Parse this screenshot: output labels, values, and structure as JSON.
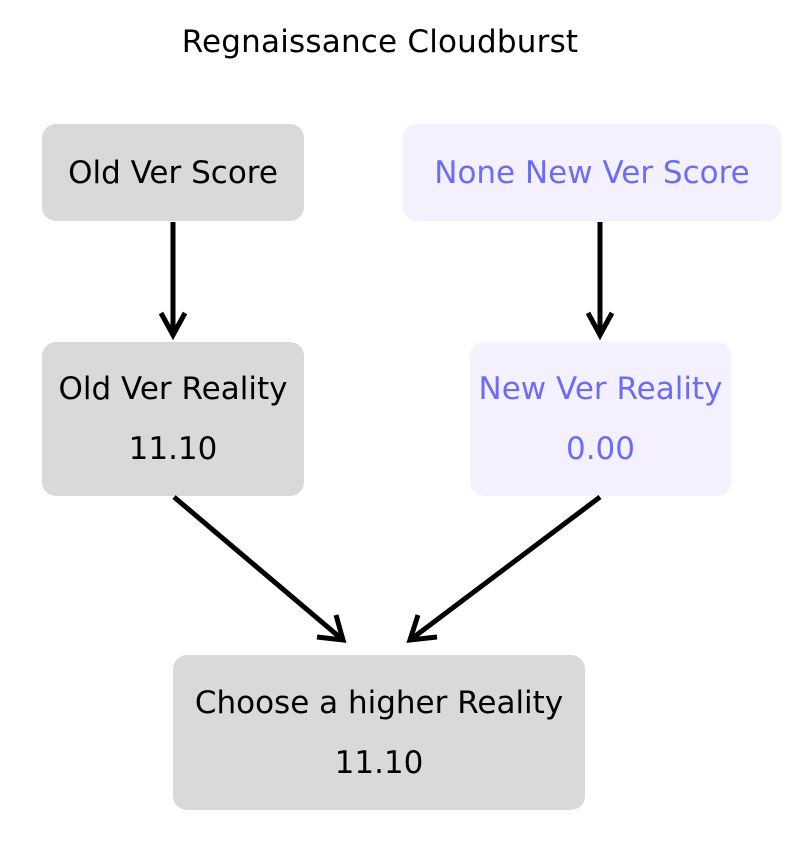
{
  "title": "Regnaissance Cloudburst",
  "nodes": {
    "old_score": {
      "label": "Old Ver Score"
    },
    "new_score": {
      "label": "None New Ver Score"
    },
    "old_reality": {
      "label": "Old Ver Reality",
      "value": "11.10"
    },
    "new_reality": {
      "label": "New Ver Reality",
      "value": "0.00"
    },
    "choose": {
      "label": "Choose a higher Reality",
      "value": "11.10"
    }
  },
  "colors": {
    "gray_fill": "#d9d9d9",
    "lavender_fill": "#f5f0fd",
    "accent_text": "#6b6ef5",
    "arrow": "#000000"
  }
}
